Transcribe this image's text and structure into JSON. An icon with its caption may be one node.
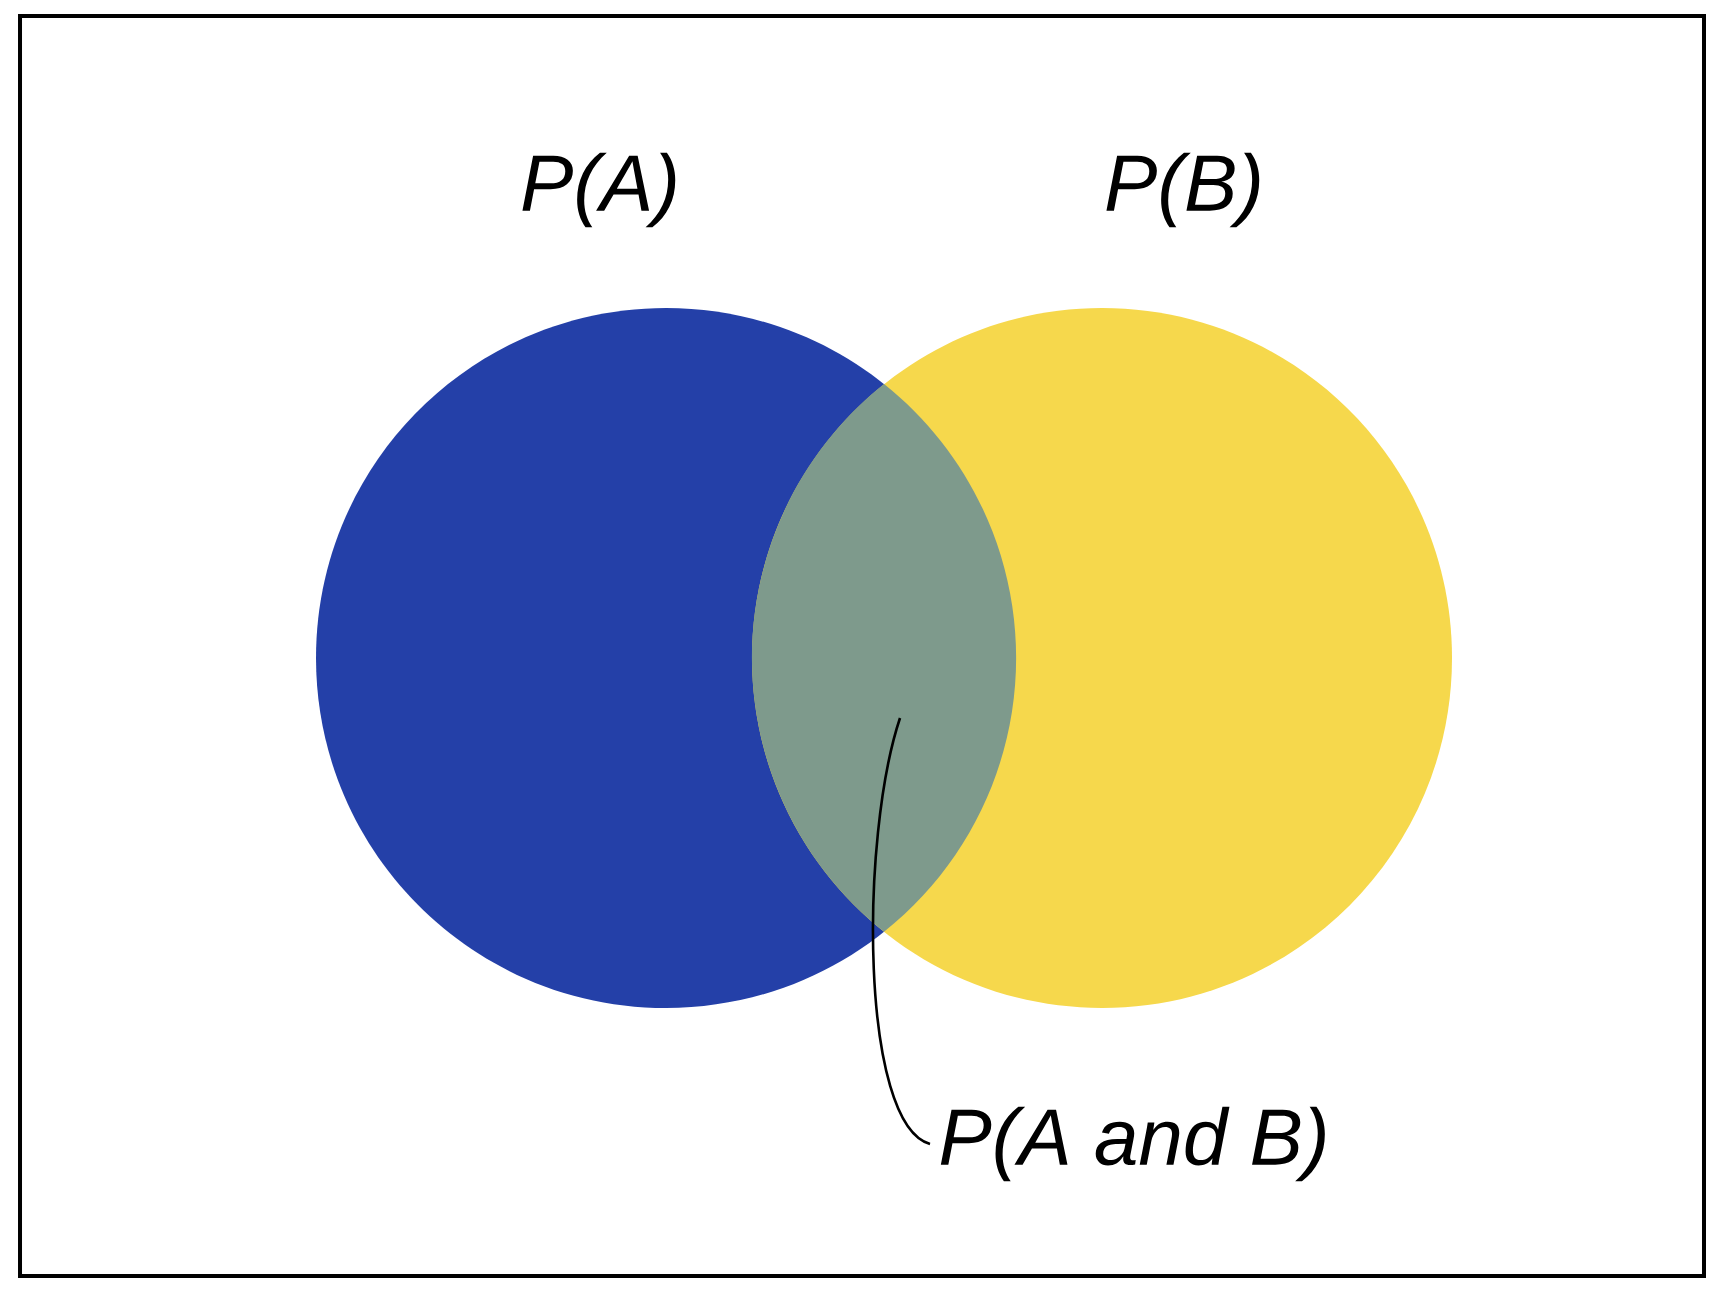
{
  "diagram": {
    "nodes": [
      {
        "text": [
          "P(A)"
        ]
      },
      {
        "text": [
          "P(B)"
        ]
      },
      {
        "text": [
          "P(A and B)"
        ]
      },
      {
        "text": [],
        "shape": "lens"
      }
    ],
    "edges": [
      {
        "from": 2,
        "to": 3,
        "arrow": "none"
      }
    ]
  }
}
